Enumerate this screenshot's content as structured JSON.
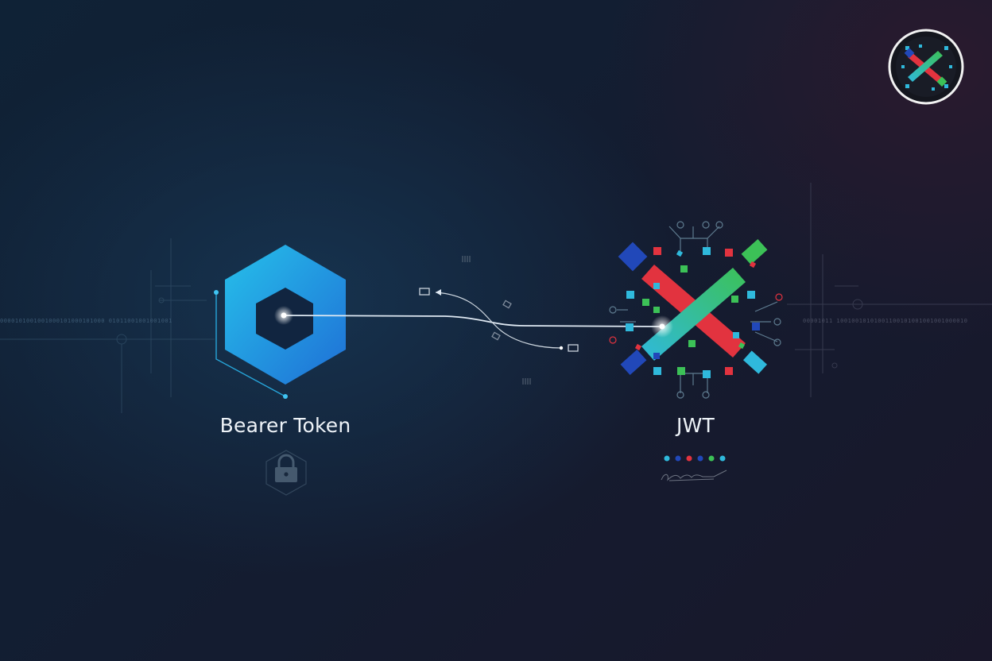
{
  "diagram": {
    "left_node": {
      "label": "Bearer Token"
    },
    "right_node": {
      "label": "JWT"
    },
    "binary_left": "0000101001001000101000101000  01011001001001001",
    "binary_right": "00001011 10010010101001100101001001001000010"
  },
  "colors": {
    "hexagon_light": "#26c0ea",
    "hexagon_dark": "#1f6fd6",
    "jwt_red": "#e2333f",
    "jwt_green": "#3cc157",
    "jwt_blue": "#2148b9",
    "jwt_cyan": "#2fb9dc"
  },
  "icons": {
    "badge": "jwt-logo-badge-icon",
    "lock": "padlock-icon",
    "left": "hexagon-bearer-icon",
    "right": "jwt-x-logo-icon"
  }
}
